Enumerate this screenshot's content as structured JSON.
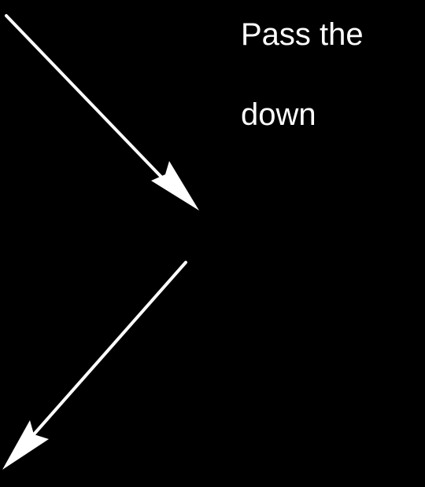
{
  "caption": {
    "line_1": "Pass the",
    "line_2": "down"
  },
  "colors": {
    "background": "#000000",
    "foreground": "#ffffff"
  },
  "arrows": [
    {
      "name": "down-right-arrow-icon",
      "direction": "down-right"
    },
    {
      "name": "down-left-arrow-icon",
      "direction": "down-left"
    }
  ]
}
